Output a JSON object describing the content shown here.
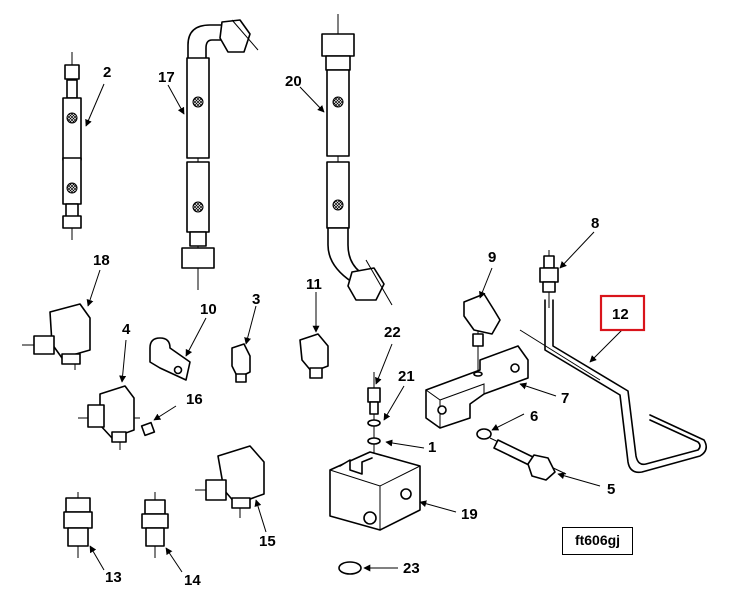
{
  "figure_id": "ft606gj",
  "highlight_color": "#d9141b",
  "callouts": {
    "c1": "1",
    "c2": "2",
    "c3": "3",
    "c4": "4",
    "c5": "5",
    "c6": "6",
    "c7": "7",
    "c8": "8",
    "c9": "9",
    "c10": "10",
    "c11": "11",
    "c12": "12",
    "c13": "13",
    "c14": "14",
    "c15": "15",
    "c16": "16",
    "c17": "17",
    "c18": "18",
    "c19": "19",
    "c20": "20",
    "c21": "21",
    "c22": "22",
    "c23": "23"
  },
  "highlighted_callout": "12"
}
